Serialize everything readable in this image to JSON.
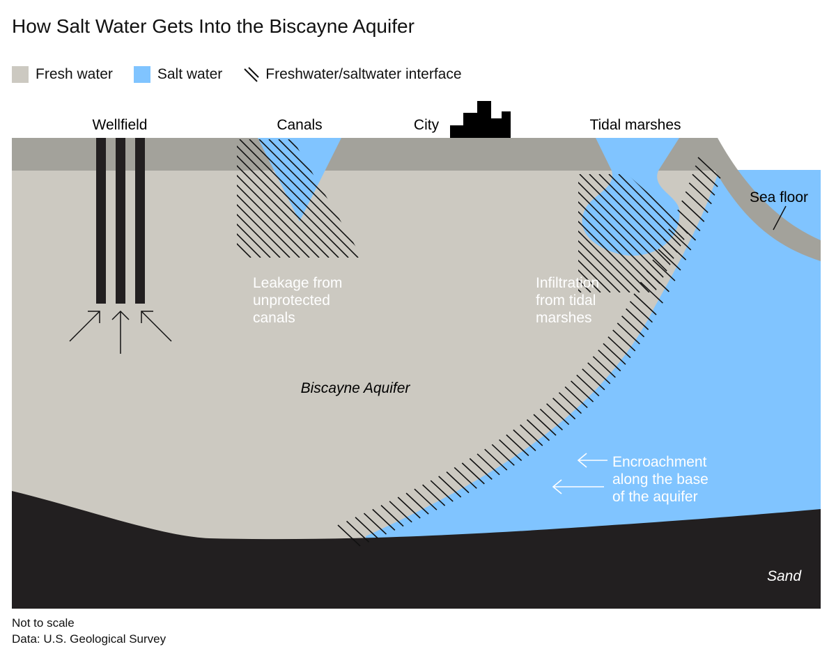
{
  "title": "How Salt Water Gets Into the Biscayne Aquifer",
  "legend": [
    {
      "label": "Fresh water",
      "color": "#ccc9c1",
      "icon": "fresh-water-swatch"
    },
    {
      "label": "Salt water",
      "color": "#80c4ff",
      "icon": "salt-water-swatch"
    },
    {
      "label": "Freshwater/saltwater interface",
      "icon": "hatch-lines-icon"
    }
  ],
  "labels": {
    "wellfield": "Wellfield",
    "canals": "Canals",
    "city": "City",
    "tidal_marshes": "Tidal marshes",
    "sea_floor": "Sea floor",
    "leakage": [
      "Leakage from",
      "unprotected",
      "canals"
    ],
    "infiltration": [
      "Infiltration",
      "from tidal",
      "marshes"
    ],
    "aquifer": "Biscayne Aquifer",
    "encroachment": [
      "Encroachment",
      "along the base",
      "of the aquifer"
    ],
    "sand": "Sand"
  },
  "colors": {
    "fresh": "#ccc9c1",
    "surface": "#a3a29b",
    "salt": "#80c4ff",
    "sand": "#221f20"
  },
  "footer": {
    "note": "Not to scale",
    "source": "Data: U.S. Geological Survey"
  }
}
